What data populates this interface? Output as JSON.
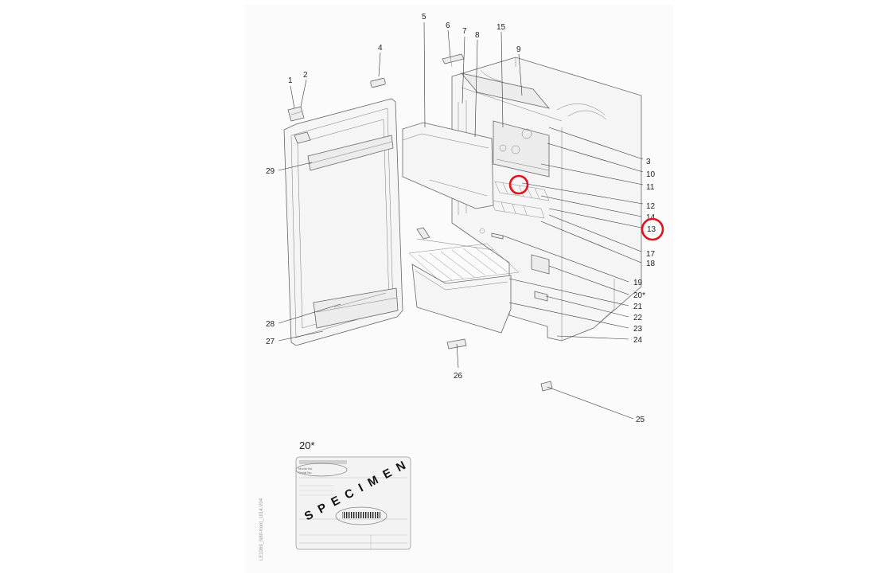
{
  "part_labels": {
    "l1": "1",
    "l2": "2",
    "l3": "3",
    "l4": "4",
    "l5": "5",
    "l6": "6",
    "l7": "7",
    "l8": "8",
    "l9": "9",
    "l10": "10",
    "l11": "11",
    "l12": "12",
    "l13": "13",
    "l14": "14",
    "l15": "15",
    "l17": "17",
    "l18": "18",
    "l19": "19",
    "l20": "20*",
    "l21": "21",
    "l22": "22",
    "l23": "23",
    "l24": "24",
    "l25": "25",
    "l26": "26",
    "l27": "27",
    "l28": "28",
    "l29": "29"
  },
  "nameplate": {
    "heading": "20*",
    "model_label": "Model No.",
    "serial_label": "Serial No.",
    "watermark": "SPECIMEN"
  },
  "side_code": "LE1069_N80-front_1014.V04",
  "highlight_color": "#e0141e"
}
